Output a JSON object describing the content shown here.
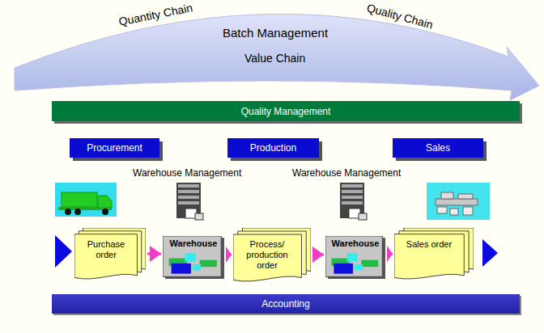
{
  "diagram": {
    "nodes": [
      {
        "text": [
          "Quality Management"
        ]
      },
      {
        "text": [
          "Procurement"
        ]
      },
      {
        "text": [
          "Production"
        ]
      },
      {
        "text": [
          "Sales"
        ]
      },
      {
        "text": [
          "Purchase order"
        ]
      },
      {
        "text": [
          "Warehouse"
        ]
      },
      {
        "text": [
          "Process/ production order"
        ]
      },
      {
        "text": [
          "Warehouse"
        ]
      },
      {
        "text": [
          "Sales order"
        ]
      },
      {
        "text": [
          "Accounting"
        ]
      }
    ],
    "edges": [
      {
        "from": 4,
        "to": 5,
        "arrow": "to"
      },
      {
        "from": 5,
        "to": 6,
        "arrow": "to"
      },
      {
        "from": 6,
        "to": 7,
        "arrow": "to"
      },
      {
        "from": 7,
        "to": 8,
        "arrow": "to"
      }
    ],
    "labels": [
      "Quantity Chain",
      "Batch Management",
      "Quality Chain",
      "Value Chain",
      "Warehouse Management",
      "Warehouse Management"
    ]
  }
}
